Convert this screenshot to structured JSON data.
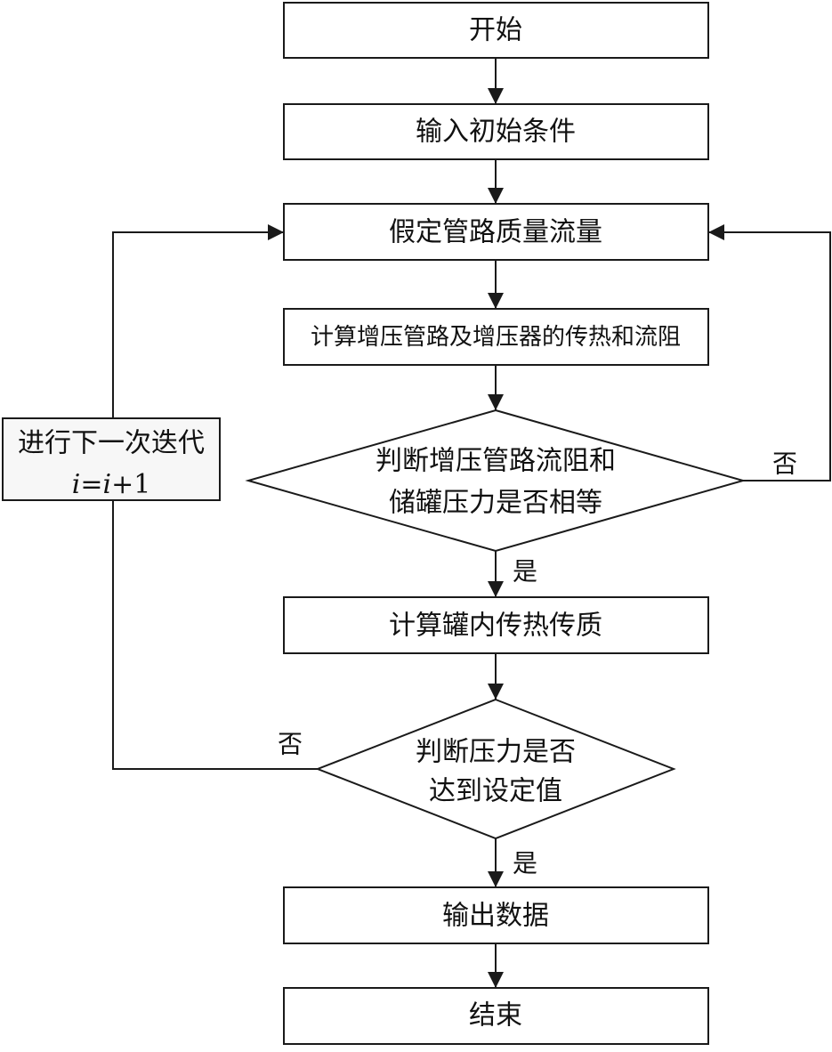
{
  "nodes": {
    "start": "开始",
    "input": "输入初始条件",
    "assume": "假定管路质量流量",
    "calc_pipe": "计算增压管路及增压器的传热和流阻",
    "decision1": [
      "判断增压管路流阻和",
      "储罐压力是否相等"
    ],
    "calc_tank": "计算罐内传热传质",
    "decision2": [
      "判断压力是否",
      "达到设定值"
    ],
    "output": "输出数据",
    "end": "结束",
    "iterate": {
      "line1": "进行下一次迭代",
      "var_i": "i",
      "eq": "=",
      "var_i2": "i",
      "plus_one": "+1"
    }
  },
  "edge_labels": {
    "d1_no": "否",
    "d1_yes": "是",
    "d2_no": "否",
    "d2_yes": "是"
  }
}
